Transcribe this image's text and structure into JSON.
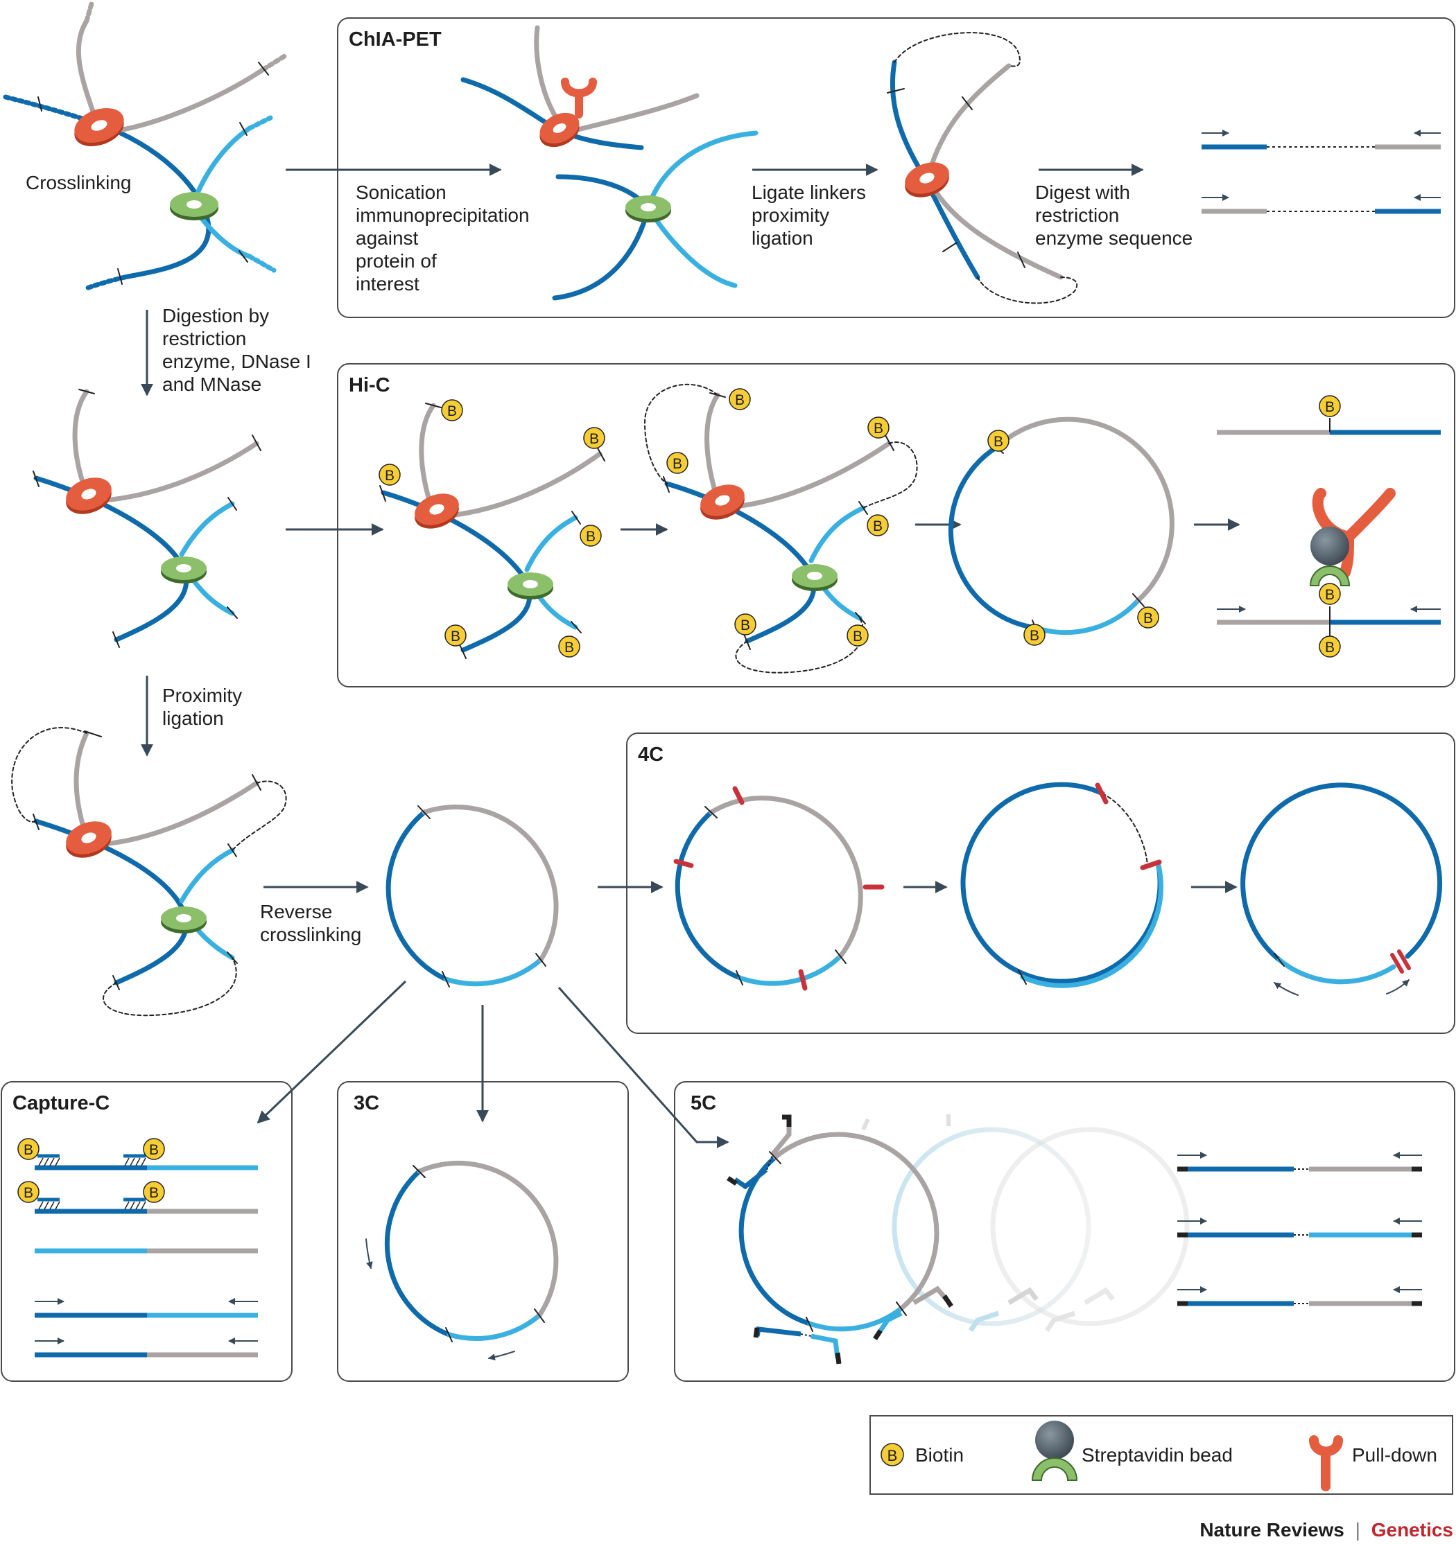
{
  "colors": {
    "dark_blue": "#0e6aab",
    "light_blue": "#3ab0e0",
    "gray": "#a9a3a3",
    "red_ring": "#e35d3e",
    "green_ring": "#8bbf6a",
    "biotin": "#f7cd36",
    "arrow": "#384a58",
    "box_border": "#4a4a4a",
    "genetics_red": "#c0262d"
  },
  "panels": {
    "chiapet": {
      "title": "ChIA-PET",
      "step1": [
        "Sonication",
        "immunoprecipitation",
        "against",
        "protein of",
        "interest"
      ],
      "step2": [
        "Ligate linkers",
        "proximity",
        "ligation"
      ],
      "step3": [
        "Digest with",
        "restriction",
        "enzyme sequence"
      ]
    },
    "hic": {
      "title": "Hi-C"
    },
    "fourc": {
      "title": "4C"
    },
    "capturec": {
      "title": "Capture-C"
    },
    "threec": {
      "title": "3C"
    },
    "fivec": {
      "title": "5C"
    }
  },
  "steps": {
    "crosslinking": "Crosslinking",
    "digestion": [
      "Digestion by",
      "restriction",
      "enzyme, DNase I",
      "and MNase"
    ],
    "proximity": [
      "Proximity",
      "ligation"
    ],
    "reverse": [
      "Reverse",
      "crosslinking"
    ]
  },
  "legend": {
    "biotin_symbol": "B",
    "biotin": "Biotin",
    "bead": "Streptavidin bead",
    "pulldown": "Pull-down"
  },
  "footer": {
    "journal": "Nature Reviews",
    "separator": "|",
    "section": "Genetics"
  }
}
